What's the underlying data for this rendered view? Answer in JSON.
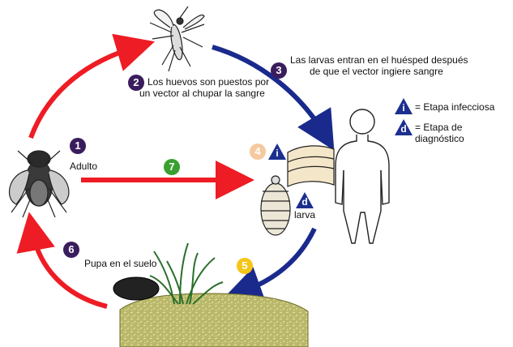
{
  "colors": {
    "red_arrow": "#ee1c24",
    "blue_arrow": "#1a2a8c",
    "badge_purple": "#3a1d5c",
    "badge_green": "#3aa030",
    "badge_yellow": "#f5c518",
    "badge_peach": "#f5c9a0",
    "triangle_blue": "#1c2f8f",
    "soil": "#b9b86a"
  },
  "stages": {
    "s1": {
      "number": "1",
      "label": "Adulto"
    },
    "s2": {
      "number": "2",
      "label_line1": "Los huevos son puestos por",
      "label_line2": "un vector al chupar la sangre"
    },
    "s3": {
      "number": "3",
      "label_line1": "Las larvas entran en el huésped después",
      "label_line2": "de que el vector ingiere sangre"
    },
    "s4": {
      "number": "4"
    },
    "s5": {
      "number": "5"
    },
    "s6": {
      "number": "6",
      "label": "Pupa en el suelo"
    },
    "s7": {
      "number": "7"
    }
  },
  "markers": {
    "infective": "i",
    "diagnostic": "d",
    "larva_label": "larva"
  },
  "legend": {
    "infective_text": "= Etapa infecciosa",
    "diagnostic_text": "= Etapa de diagnóstico"
  }
}
